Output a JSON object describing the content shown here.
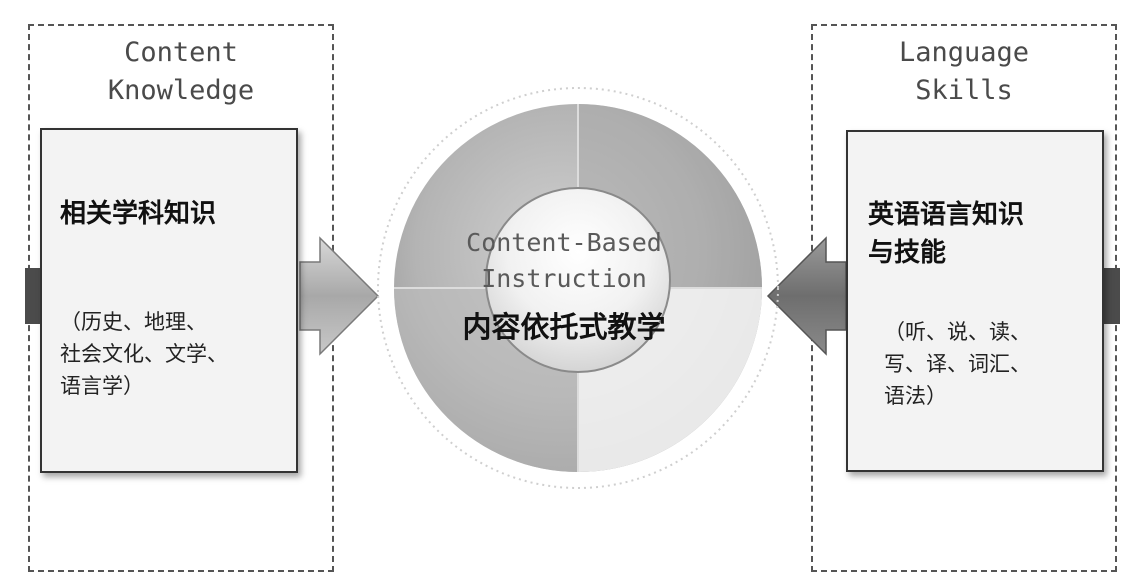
{
  "left_panel": {
    "title": "Content\nKnowledge",
    "heading": "相关学科知识",
    "detail": "（历史、地理、\n社会文化、文学、\n语言学）"
  },
  "right_panel": {
    "title": "Language\nSkills",
    "heading": "英语语言知识\n与技能",
    "detail": "（听、说、读、\n写、译、词汇、\n语法）"
  },
  "center": {
    "line1": "Content-Based",
    "line2": "Instruction",
    "chinese": "内容依托式教学"
  }
}
